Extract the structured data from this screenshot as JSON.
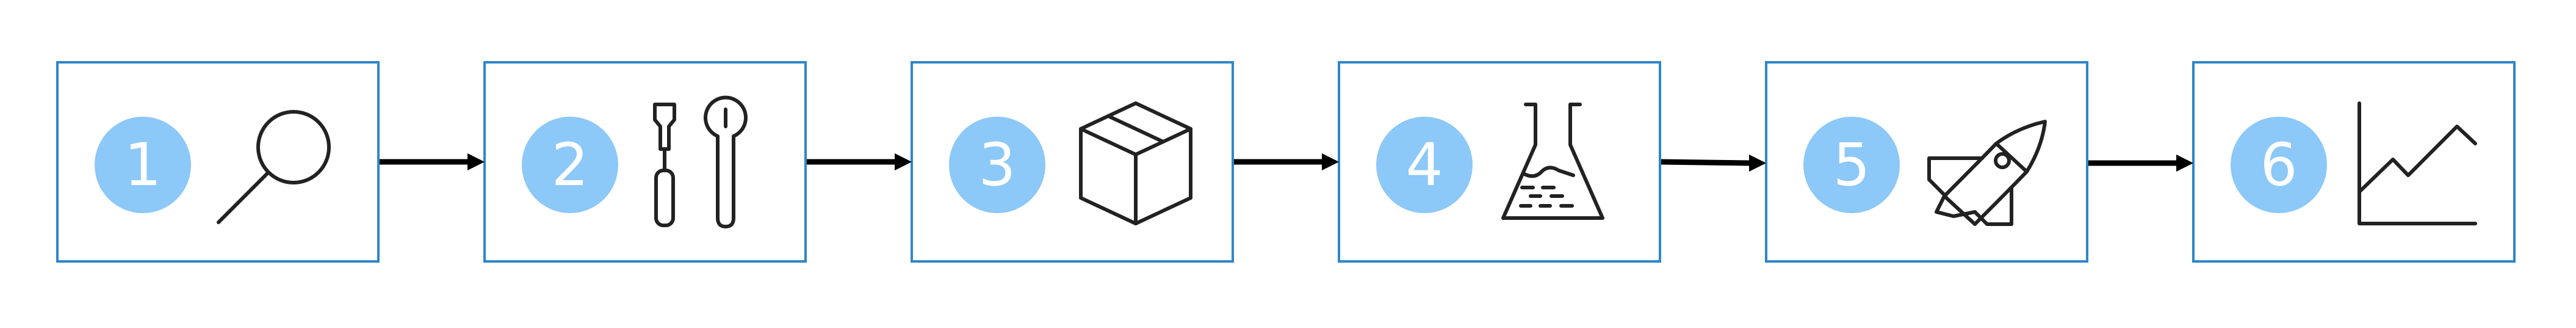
{
  "steps": [
    {
      "number": "1",
      "icon": "magnifier-icon"
    },
    {
      "number": "2",
      "icon": "tools-icon"
    },
    {
      "number": "3",
      "icon": "box-icon"
    },
    {
      "number": "4",
      "icon": "flask-icon"
    },
    {
      "number": "5",
      "icon": "rocket-icon"
    },
    {
      "number": "6",
      "icon": "line-chart-icon"
    }
  ],
  "colors": {
    "border": "#2f86c9",
    "badge": "#8cc8f8",
    "badge_text": "#ffffff",
    "arrow": "#000000",
    "icon_stroke": "#222222"
  }
}
